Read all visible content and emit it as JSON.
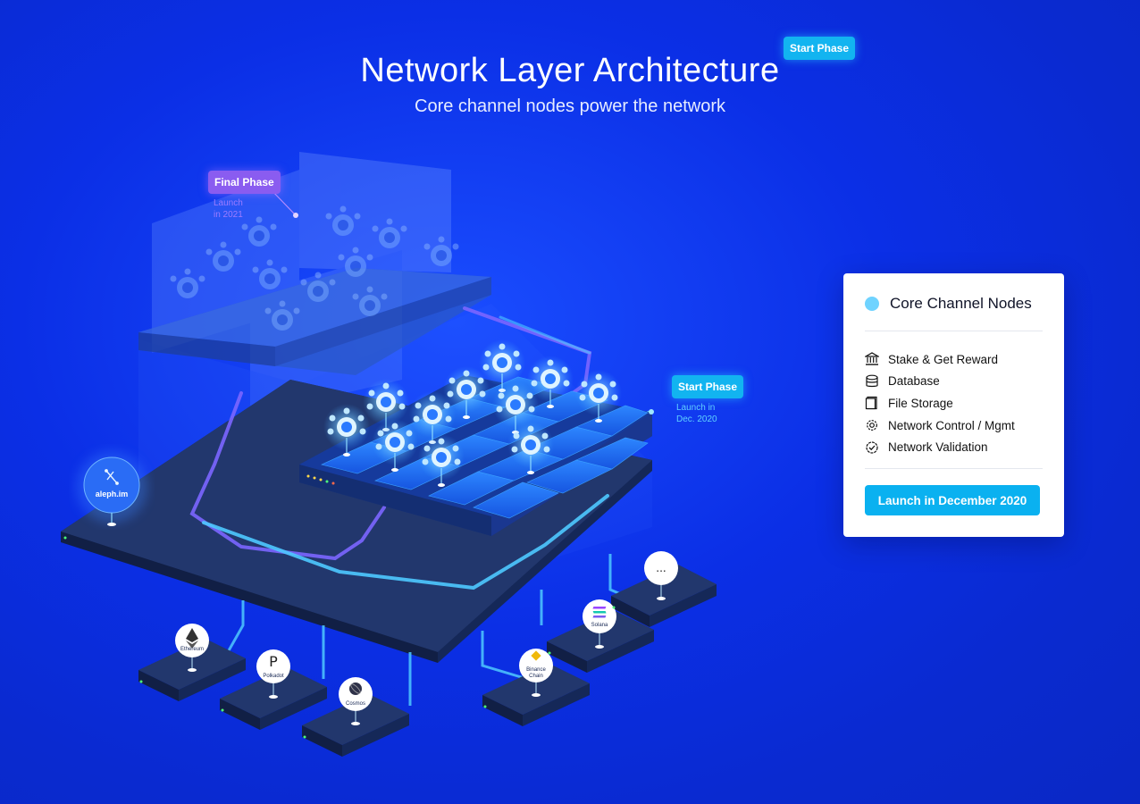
{
  "header": {
    "title": "Network Layer Architecture",
    "subtitle": "Core channel nodes power the network",
    "top_badge": "Start Phase"
  },
  "diagram": {
    "final_phase": {
      "badge": "Final Phase",
      "note_line1": "Launch",
      "note_line2": "in 2021"
    },
    "start_phase": {
      "badge": "Start Phase",
      "note_line1": "Launch in",
      "note_line2": "Dec. 2020"
    },
    "hub_label": "aleph.im",
    "chains": [
      {
        "label": "Ethereum",
        "icon": "ethereum-icon"
      },
      {
        "label": "Polkadot",
        "icon": "polkadot-icon"
      },
      {
        "label": "Cosmos",
        "icon": "cosmos-icon"
      },
      {
        "label": "Binance\nChain",
        "icon": "binance-icon"
      },
      {
        "label": "Solana",
        "icon": "solana-icon"
      },
      {
        "label": "...",
        "icon": "more-icon"
      }
    ],
    "colors": {
      "background": "#0b2fe6",
      "cyan_accent": "#12b4f0",
      "purple_accent": "#8a5cf0",
      "platform_dark": "#1a2d5e",
      "glow_line": "#4ec9ff"
    }
  },
  "legend": {
    "title": "Core Channel Nodes",
    "dot_color": "#6fd3ff",
    "items": [
      {
        "icon": "bank-icon",
        "label": "Stake & Get Reward"
      },
      {
        "icon": "database-icon",
        "label": "Database"
      },
      {
        "icon": "file-icon",
        "label": "File Storage"
      },
      {
        "icon": "gear-icon",
        "label": "Network Control / Mgmt"
      },
      {
        "icon": "check-badge-icon",
        "label": "Network Validation"
      }
    ],
    "button": "Launch in December 2020"
  }
}
